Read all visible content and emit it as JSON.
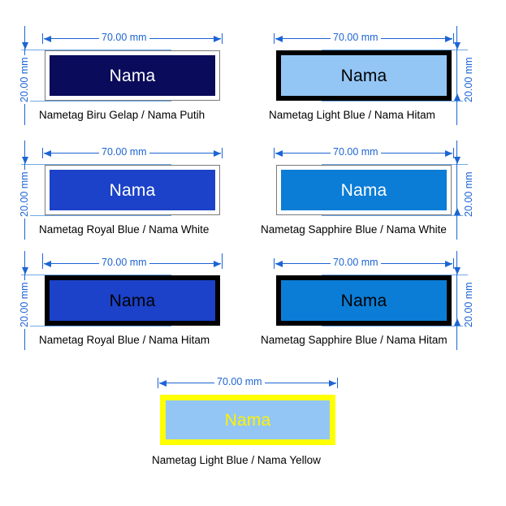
{
  "page": {
    "background": "#ffffff",
    "dimension_color": "#1C64D4",
    "extension_color": "#6FA8E8",
    "caption_color": "#000000"
  },
  "labels": {
    "width_dim": "70.00 mm",
    "height_dim": "20.00 mm",
    "name_text": "Nama"
  },
  "nametags": [
    {
      "id": "biru-gelap-putih",
      "caption": "Nametag Biru Gelap / Nama Putih",
      "fill": "#0B0B5C",
      "text_color": "#FFFFFF",
      "border_color": "#FFFFFF",
      "outline_color": "#7A7A7A",
      "border_style": "white-inner",
      "width_dim": "70.00 mm",
      "height_dim": "20.00 mm",
      "name_text": "Nama",
      "dim_side": "left"
    },
    {
      "id": "light-blue-hitam",
      "caption": "Nametag Light Blue / Nama Hitam",
      "fill": "#93C6F5",
      "text_color": "#000000",
      "border_color": "#000000",
      "outline_color": "#000000",
      "border_style": "black-thick",
      "width_dim": "70.00 mm",
      "height_dim": "20.00 mm",
      "name_text": "Nama",
      "dim_side": "right"
    },
    {
      "id": "royal-blue-white",
      "caption": "Nametag Royal Blue / Nama White",
      "fill": "#1B42C8",
      "text_color": "#FFFFFF",
      "border_color": "#FFFFFF",
      "outline_color": "#7A7A7A",
      "border_style": "white-inner",
      "width_dim": "70.00 mm",
      "height_dim": "20.00 mm",
      "name_text": "Nama",
      "dim_side": "left"
    },
    {
      "id": "sapphire-blue-white",
      "caption": "Nametag Sapphire Blue / Nama White",
      "fill": "#0B7DD6",
      "text_color": "#FFFFFF",
      "border_color": "#FFFFFF",
      "outline_color": "#7A7A7A",
      "border_style": "white-inner",
      "width_dim": "70.00 mm",
      "height_dim": "20.00 mm",
      "name_text": "Nama",
      "dim_side": "right"
    },
    {
      "id": "royal-blue-hitam",
      "caption": "Nametag Royal Blue / Nama Hitam",
      "fill": "#1B42C8",
      "text_color": "#000000",
      "border_color": "#000000",
      "outline_color": "#000000",
      "border_style": "black-thick",
      "width_dim": "70.00 mm",
      "height_dim": "20.00 mm",
      "name_text": "Nama",
      "dim_side": "left"
    },
    {
      "id": "sapphire-blue-hitam",
      "caption": "Nametag Sapphire Blue / Nama Hitam",
      "fill": "#0B7DD6",
      "text_color": "#000000",
      "border_color": "#000000",
      "outline_color": "#000000",
      "border_style": "black-thick",
      "width_dim": "70.00 mm",
      "height_dim": "20.00 mm",
      "name_text": "Nama",
      "dim_side": "right"
    },
    {
      "id": "light-blue-yellow",
      "caption": "Nametag Light Blue / Nama Yellow",
      "fill": "#93C6F5",
      "text_color": "#FFF200",
      "border_color": "#FFFF00",
      "outline_color": "#FFFF00",
      "border_style": "yellow-thick",
      "width_dim": "70.00 mm",
      "height_dim": "",
      "name_text": "Nama",
      "dim_side": "none"
    }
  ]
}
